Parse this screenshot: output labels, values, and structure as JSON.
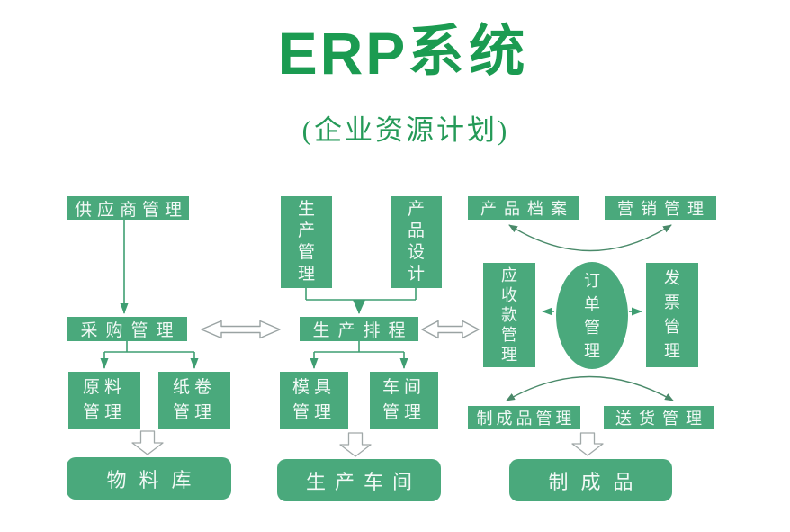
{
  "title": {
    "en": "ERP",
    "cn": "系统",
    "subtitle": "(企业资源计划)"
  },
  "colors": {
    "box_green": "#4aa97c",
    "title_green": "#1b9b51",
    "connector_green": "#3f9e72",
    "arc_green": "#4a8a6a",
    "hollow_arrow_stroke": "#9aa3a3",
    "background": "#ffffff",
    "box_text": "#f4f9f3"
  },
  "nodes": {
    "supplier_management": {
      "label": "供应商管理"
    },
    "procurement_management": {
      "label": "采购管理"
    },
    "raw_material_management": {
      "label": "原料管理"
    },
    "paper_roll_management": {
      "label": "纸卷管理"
    },
    "material_warehouse": {
      "label": "物料库"
    },
    "production_management": {
      "label": "生产管理"
    },
    "product_design": {
      "label": "产品设计"
    },
    "production_scheduling": {
      "label": "生产排程"
    },
    "mold_management": {
      "label": "模具管理"
    },
    "workshop_management": {
      "label": "车间管理"
    },
    "production_workshop": {
      "label": "生产车间"
    },
    "product_archive": {
      "label": "产品档案"
    },
    "marketing_management": {
      "label": "营销管理"
    },
    "receivables_management": {
      "label": "应收款管理"
    },
    "order_management": {
      "label": "订单管理"
    },
    "invoice_management": {
      "label": "发票管理"
    },
    "finished_goods_management": {
      "label": "制成品管理"
    },
    "delivery_management": {
      "label": "送货管理"
    },
    "finished_goods": {
      "label": "制成品"
    }
  },
  "edges": [
    {
      "from": "供应商管理",
      "to": "采购管理",
      "type": "arrow"
    },
    {
      "from": "采购管理",
      "to": "原料管理",
      "type": "arrow"
    },
    {
      "from": "采购管理",
      "to": "纸卷管理",
      "type": "arrow"
    },
    {
      "from": "原料管理+纸卷管理",
      "to": "物料库",
      "type": "block-arrow"
    },
    {
      "from": "采购管理",
      "to": "生产排程",
      "type": "double-arrow"
    },
    {
      "from": "生产管理",
      "to": "生产排程",
      "type": "arrow"
    },
    {
      "from": "产品设计",
      "to": "生产排程",
      "type": "arrow"
    },
    {
      "from": "生产排程",
      "to": "模具管理",
      "type": "arrow"
    },
    {
      "from": "生产排程",
      "to": "车间管理",
      "type": "arrow"
    },
    {
      "from": "模具管理+车间管理",
      "to": "生产车间",
      "type": "block-arrow"
    },
    {
      "from": "生产排程",
      "to": "应收款管理",
      "type": "double-arrow"
    },
    {
      "from": "订单管理",
      "to": "产品档案",
      "type": "curved-arrow"
    },
    {
      "from": "订单管理",
      "to": "营销管理",
      "type": "curved-arrow"
    },
    {
      "from": "订单管理",
      "to": "应收款管理",
      "type": "arrow"
    },
    {
      "from": "订单管理",
      "to": "发票管理",
      "type": "arrow"
    },
    {
      "from": "订单管理",
      "to": "制成品管理",
      "type": "curved-arrow"
    },
    {
      "from": "订单管理",
      "to": "送货管理",
      "type": "curved-arrow"
    },
    {
      "from": "制成品管理+送货管理",
      "to": "制成品",
      "type": "block-arrow"
    }
  ]
}
